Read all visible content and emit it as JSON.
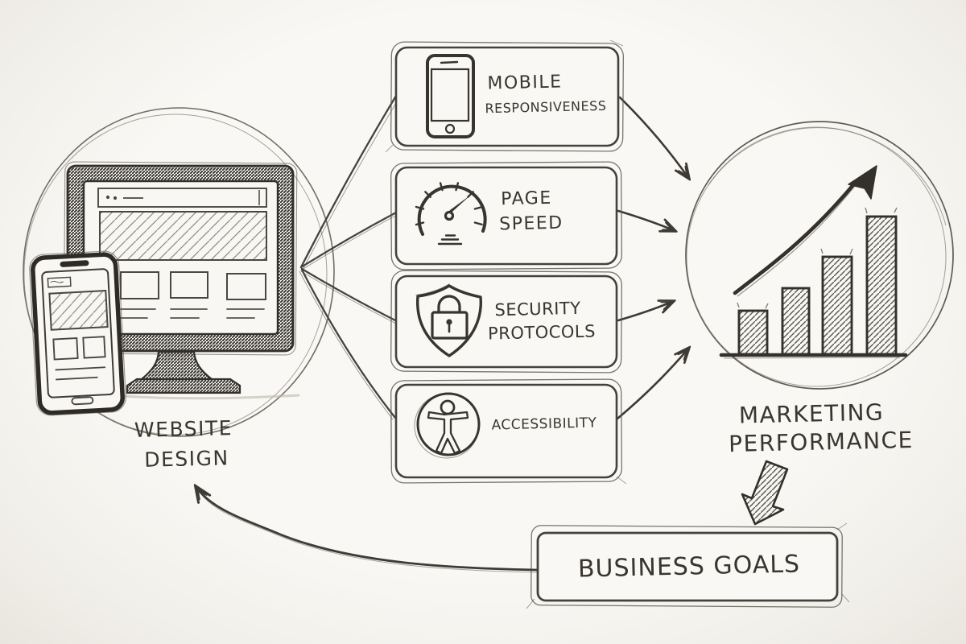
{
  "palette": {
    "background": "#f6f4ef",
    "ink": "#3b3834",
    "ink_light": "#6f6b64"
  },
  "nodes": {
    "website_design": {
      "id": "website-design",
      "line1": "WEBSITE",
      "line2": "DESIGN",
      "icon": "responsive-devices-sketch"
    },
    "factors": [
      {
        "id": "mobile-responsiveness",
        "line1": "MOBILE",
        "line2": "RESPONSIVENESS",
        "icon": "smartphone-icon"
      },
      {
        "id": "page-speed",
        "line1": "PAGE",
        "line2": "SPEED",
        "icon": "speedometer-icon"
      },
      {
        "id": "security-protocols",
        "line1": "SECURITY",
        "line2": "PROTOCOLS",
        "icon": "shield-lock-icon"
      },
      {
        "id": "accessibility",
        "line1": "ACCESSIBILITY",
        "line2": "",
        "icon": "accessibility-person-icon"
      }
    ],
    "marketing_performance": {
      "id": "marketing-performance",
      "line1": "MARKETING",
      "line2": "PERFORMANCE",
      "icon": "growth-bar-chart-sketch"
    },
    "business_goals": {
      "id": "business-goals",
      "label": "BUSINESS GOALS"
    }
  },
  "edges": [
    {
      "from": "website-design",
      "to": "mobile-responsiveness",
      "type": "line"
    },
    {
      "from": "website-design",
      "to": "page-speed",
      "type": "line"
    },
    {
      "from": "website-design",
      "to": "security-protocols",
      "type": "line"
    },
    {
      "from": "website-design",
      "to": "accessibility",
      "type": "line"
    },
    {
      "from": "mobile-responsiveness",
      "to": "marketing-performance",
      "type": "arrow"
    },
    {
      "from": "page-speed",
      "to": "marketing-performance",
      "type": "arrow"
    },
    {
      "from": "security-protocols",
      "to": "marketing-performance",
      "type": "arrow"
    },
    {
      "from": "accessibility",
      "to": "marketing-performance",
      "type": "arrow"
    },
    {
      "from": "marketing-performance",
      "to": "business-goals",
      "type": "block-arrow"
    },
    {
      "from": "business-goals",
      "to": "website-design",
      "type": "curved-feedback-arrow"
    }
  ],
  "sketch_chart": {
    "type": "bar",
    "bars_relative_heights": [
      55,
      83,
      122,
      172
    ],
    "trend": "increasing-with-arrow"
  }
}
